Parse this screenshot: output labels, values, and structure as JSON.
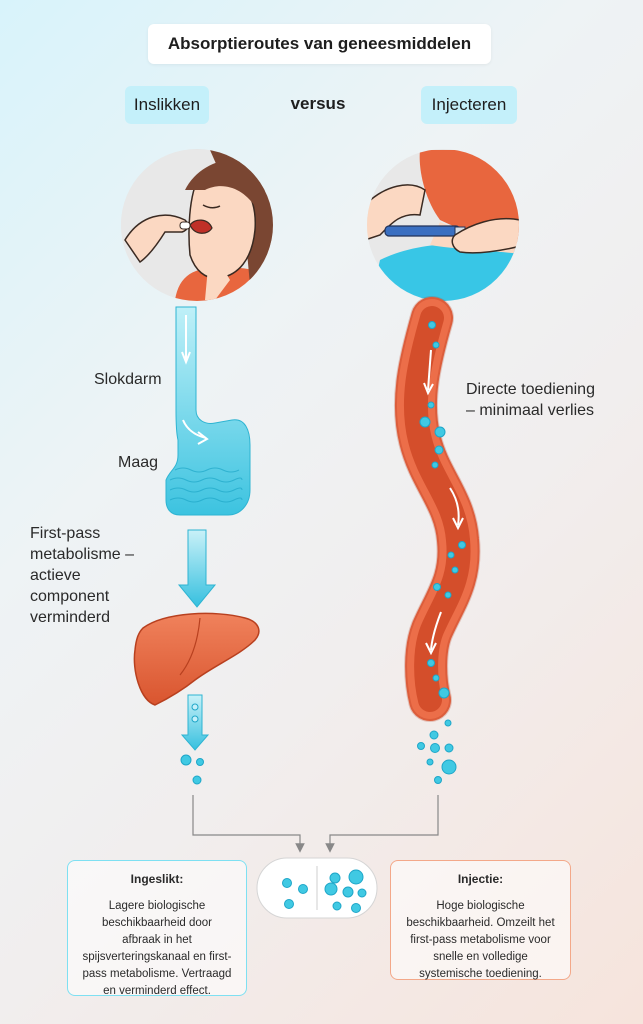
{
  "title": "Absorptieroutes van geneesmiddelen",
  "left_route": {
    "label": "Inslikken"
  },
  "versus": "versus",
  "right_route": {
    "label": "Injecteren"
  },
  "labels": {
    "esophagus": "Slokdarm",
    "stomach": "Maag",
    "first_pass": [
      "First-pass",
      "metabolisme –",
      "actieve",
      "component",
      "verminderd"
    ],
    "direct": [
      "Directe toediening",
      "– minimaal verlies"
    ]
  },
  "cards": {
    "swallowed": {
      "title": "Ingeslikt:",
      "body": "Lagere biologische beschikbaarheid door afbraak in het spijsverteringskanaal en first-pass metabolisme. Vertraagd en verminderd effect."
    },
    "injection": {
      "title": "Injectie:",
      "body": "Hoge biologische beschikbaarheid. Omzeilt het first-pass metabolisme voor snelle en volledige systemische toediening."
    }
  },
  "colors": {
    "cyan": "#3fc6df",
    "cyan_light": "#c4f0fa",
    "vessel": "#ec6a45",
    "vessel_dark": "#d4502f",
    "liver": "#e8663e",
    "skin": "#fbd8c2"
  }
}
